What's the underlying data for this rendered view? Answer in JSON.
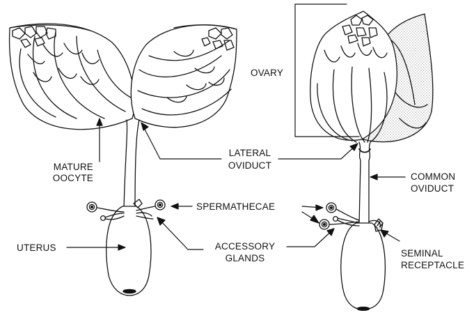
{
  "labels": {
    "ovary": "OVARY",
    "mature_oocyte_1": "MATURE",
    "mature_oocyte_2": "OOCYTE",
    "lateral_oviduct_1": "LATERAL",
    "lateral_oviduct_2": "OVIDUCT",
    "common_oviduct_1": "COMMON",
    "common_oviduct_2": "OVIDUCT",
    "spermathecae": "SPERMATHECAE",
    "uterus": "UTERUS",
    "accessory_glands_1": "ACCESSORY",
    "accessory_glands_2": "GLANDS",
    "seminal_receptacle_1": "SEMINAL",
    "seminal_receptacle_2": "RECEPTACLE"
  },
  "colors": {
    "ink": "#111111",
    "stipple": "#555555",
    "background": "#ffffff"
  }
}
